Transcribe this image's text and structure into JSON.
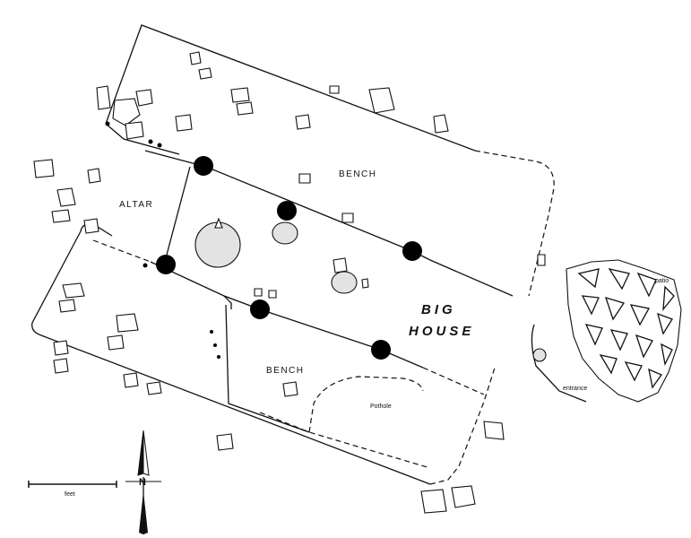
{
  "labels": {
    "altar": "ALTAR",
    "bench_north": "BENCH",
    "bench_south": "BENCH",
    "big_house_line1": "BIG",
    "big_house_line2": "HOUSE",
    "pothole": "Pothole",
    "patio": "patio",
    "entrance": "entrance"
  },
  "scale_bar": {
    "unit": "feet"
  },
  "north_arrow": {
    "letter": "N"
  },
  "features": {
    "main_posts": 6,
    "hearths": 2
  }
}
